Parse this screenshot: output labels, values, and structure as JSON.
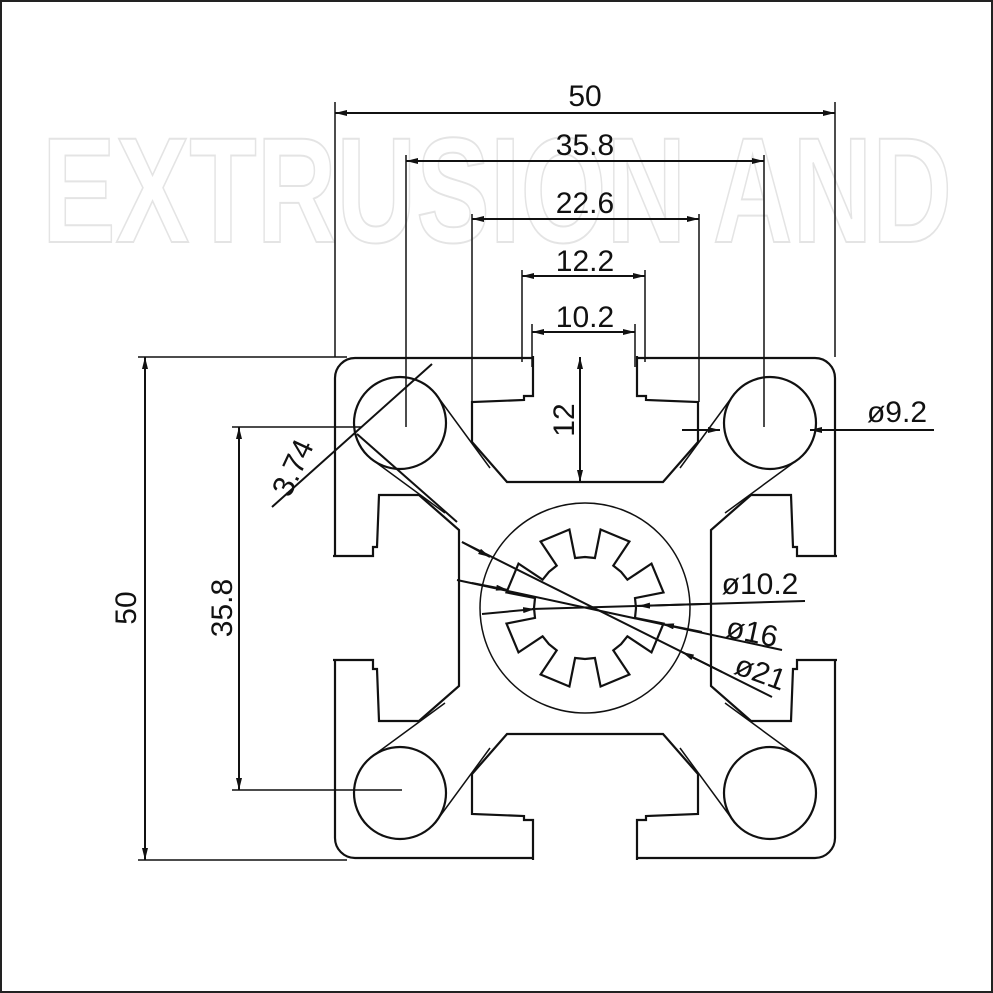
{
  "drawing": {
    "watermark": "EXTRUSION AND",
    "dimensions": {
      "top_width": "50",
      "top_hole_spacing": "35.8",
      "slot_inner_width": "22.6",
      "slot_outer_opening": "12.2",
      "slot_opening": "10.2",
      "slot_depth": "12",
      "corner_hole_diameter": "ø9.2",
      "wall_thickness": "3.74",
      "left_height": "50",
      "left_hole_spacing": "35.8",
      "core_hole_diameter": "ø10.2",
      "core_inner_diameter": "ø16",
      "core_outer_diameter": "ø21"
    }
  }
}
